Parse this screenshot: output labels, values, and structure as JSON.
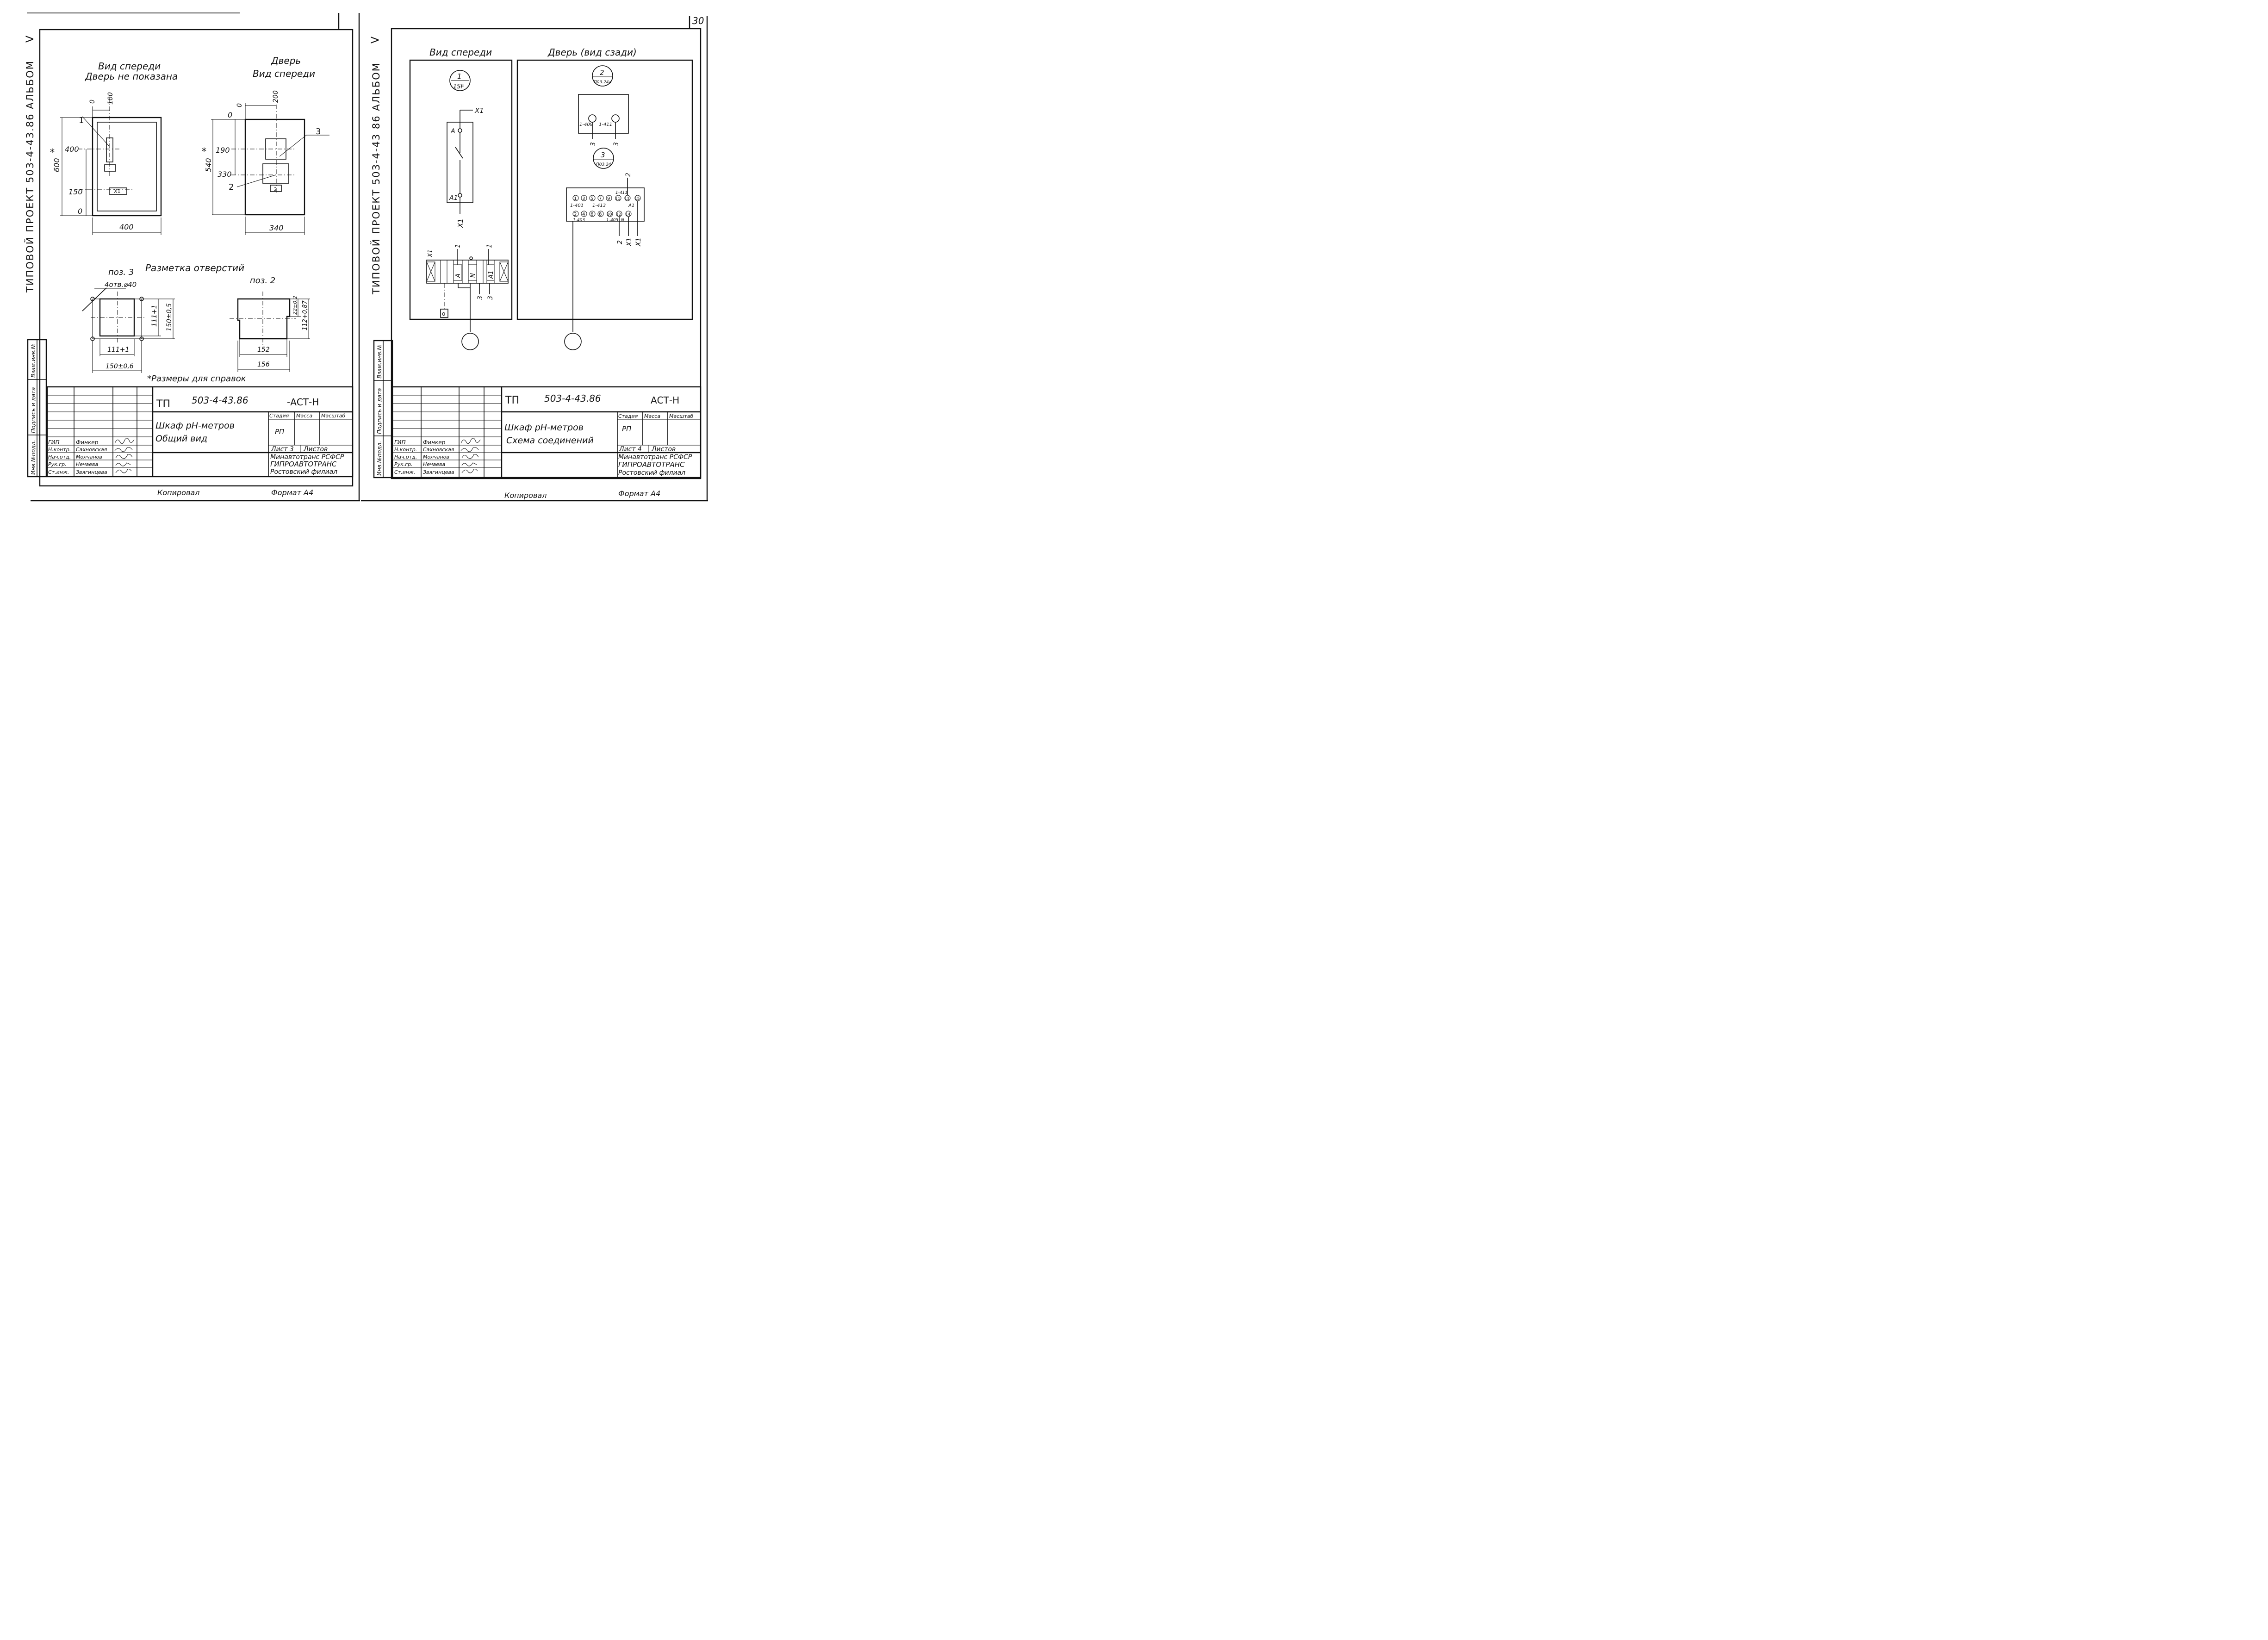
{
  "page_number": "30",
  "left_sheet": {
    "side_stamp": {
      "album": "V",
      "vertical_text": "ТИПОВОЙ    ПРОЕКТ 503-4-43.86 АЛЬБОМ"
    },
    "front_view": {
      "title1": "Вид спереди",
      "title2": "Дверь не показана",
      "dims": {
        "h": "600",
        "h_star": "*",
        "y400": "400",
        "y150": "150",
        "y0": "0",
        "x0": "0",
        "x100": "100",
        "w": "400"
      },
      "callout": "1"
    },
    "door_view": {
      "title1": "Дверь",
      "title2": "Вид спереди",
      "dims": {
        "h": "540",
        "h_star": "*",
        "y190": "190",
        "y330": "330",
        "y0": "0",
        "x0": "0",
        "x200": "200",
        "w": "340"
      },
      "callouts": [
        "3",
        "2"
      ]
    },
    "holes": {
      "title": "Разметка отверстий",
      "pos3": {
        "label": "поз. 3",
        "holes_note": "4отв.⌀40",
        "dim_w": "111+1",
        "dim_w2": "150±0,6",
        "dim_h": "111+1",
        "dim_h2": "150±0,5"
      },
      "pos2": {
        "label": "поз. 2",
        "dim_w": "152",
        "dim_w2": "156",
        "dim_h": "22±0,2",
        "dim_h2": "112+0,87"
      }
    },
    "footnote": "*Размеры для справок",
    "title_block": {
      "code_prefix": "ТП",
      "code": "503-4-43.86",
      "code_suffix": "-АСТ-Н",
      "name1": "Шкаф pH-метров",
      "name2": "Общий вид",
      "stage_hdr": "Стадия",
      "mass_hdr": "Масса",
      "scale_hdr": "Масштаб",
      "stage": "РП",
      "sheet": "Лист 3",
      "sheets": "Листов",
      "org1": "Минавтотранс РСФСР",
      "org2": "ГИПРОАВТОТРАНС",
      "org3": "Ростовский филиал",
      "roles": [
        "ГИП",
        "Н.контр.",
        "Нач.отд.",
        "Рук.гр.",
        "Ст.инж."
      ],
      "names": [
        "Финкер",
        "Сахновская",
        "Молчанов",
        "Нечаева",
        "Звягинцева"
      ]
    },
    "side_cells": [
      "Инв.№подл.",
      "Подпись и дата",
      "Взам.инв.№"
    ],
    "copied": "Копировал",
    "format": "Формат А4"
  },
  "right_sheet": {
    "side_stamp": {
      "album": "V",
      "vertical_text": "ТИПОВОЙ    ПРОЕКТ 503-4-43 86 АЛЬБОМ"
    },
    "front_view": {
      "title": "Вид спереди",
      "ref_top": "1",
      "ref_bottom": "1SF",
      "wire_x1_top": "X1",
      "wire_x1_bottom": "X1",
      "contact_a": "A",
      "contact_a1": "A1",
      "terminal_label": "X1",
      "terminal_cells": [
        "A",
        "N",
        "A1"
      ],
      "wire_nums_top": [
        "1",
        "1"
      ],
      "wire_nums_bottom": [
        "3",
        "3"
      ]
    },
    "door_view": {
      "title": "Дверь (вид сзади)",
      "ref2_top": "2",
      "ref2_bottom": "П03.24а",
      "ref3_top": "3",
      "ref3_bottom": "П03.24",
      "pins": [
        "1-409",
        "1-411"
      ],
      "pin_wires": [
        "3",
        "3"
      ],
      "block_top": [
        "1",
        "3",
        "5",
        "7",
        "9",
        "11",
        "13",
        "15"
      ],
      "block_bottom": [
        "2",
        "4",
        "6",
        "8",
        "10",
        "12",
        "14"
      ],
      "block_labels": [
        "1-401",
        "1-413",
        "1-411",
        "A1",
        "1-403",
        "1-405",
        "N"
      ],
      "out_wire_top": "2",
      "out_wires": [
        "2",
        "X1",
        "X1"
      ]
    },
    "title_block": {
      "code_prefix": "ТП",
      "code": "503-4-43.86",
      "code_suffix": "АСТ-Н",
      "name1": "Шкаф pH-метров",
      "name2": "Схема соединений",
      "stage_hdr": "Стадия",
      "mass_hdr": "Масса",
      "scale_hdr": "Масштаб",
      "stage": "РП",
      "sheet": "Лист 4",
      "sheets": "Листов",
      "org1": "Минавтотранс РСФСР",
      "org2": "ГИПРОАВТОТРАНС",
      "org3": "Ростовский филиал",
      "roles": [
        "ГИП",
        "Н.контр.",
        "Нач.отд.",
        "Рук.гр.",
        "Ст.инж."
      ],
      "names": [
        "Финкер",
        "Сахновская",
        "Молчанов",
        "Нечаева",
        "Звягинцева"
      ]
    },
    "side_cells": [
      "Инв.№подл.",
      "Подпись и дата",
      "Взам.инв.№"
    ],
    "copied": "Копировал",
    "format": "Формат А4"
  }
}
